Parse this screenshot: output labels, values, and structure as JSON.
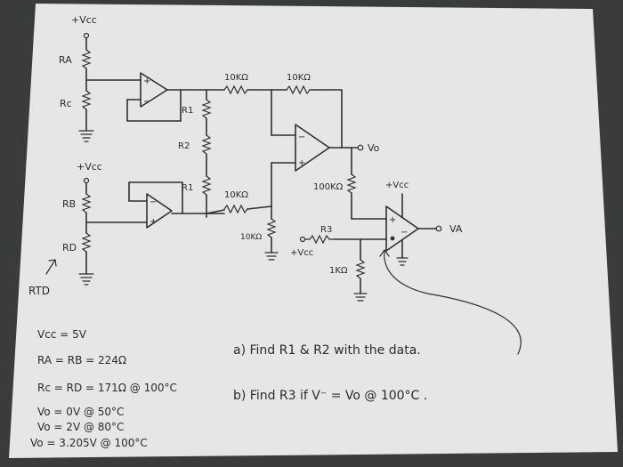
{
  "circuit": {
    "labels": {
      "vcc_top": "+Vcc",
      "ra": "RA",
      "rc": "Rc",
      "vcc_mid": "+Vcc",
      "rb": "RB",
      "rd": "RD",
      "rtd": "RTD",
      "r1_top": "R1",
      "r2": "R2",
      "r1_bottom": "R1",
      "res_10k_top_left": "10KΩ",
      "res_10k_top_right": "10KΩ",
      "res_10k_mid": "10KΩ",
      "res_10k_ground": "10KΩ",
      "res_100k": "100KΩ",
      "res_1k": "1KΩ",
      "r3": "R3",
      "vcc_r3": "+Vcc",
      "vcc_comp": "+Vcc",
      "vo": "Vo",
      "va": "VA"
    },
    "given": [
      "Vcc = 5V",
      "RA = RB = 224Ω",
      "Rc = RD = 171Ω @ 100°C",
      "Vo = 0V @ 50°C",
      "Vo = 2V @ 80°C",
      "Vo = 3.205V @ 100°C"
    ],
    "questions": [
      "a) Find R1 & R2 with the data.",
      "b) Find R3 if V⁻ = Vo @ 100°C ."
    ]
  }
}
